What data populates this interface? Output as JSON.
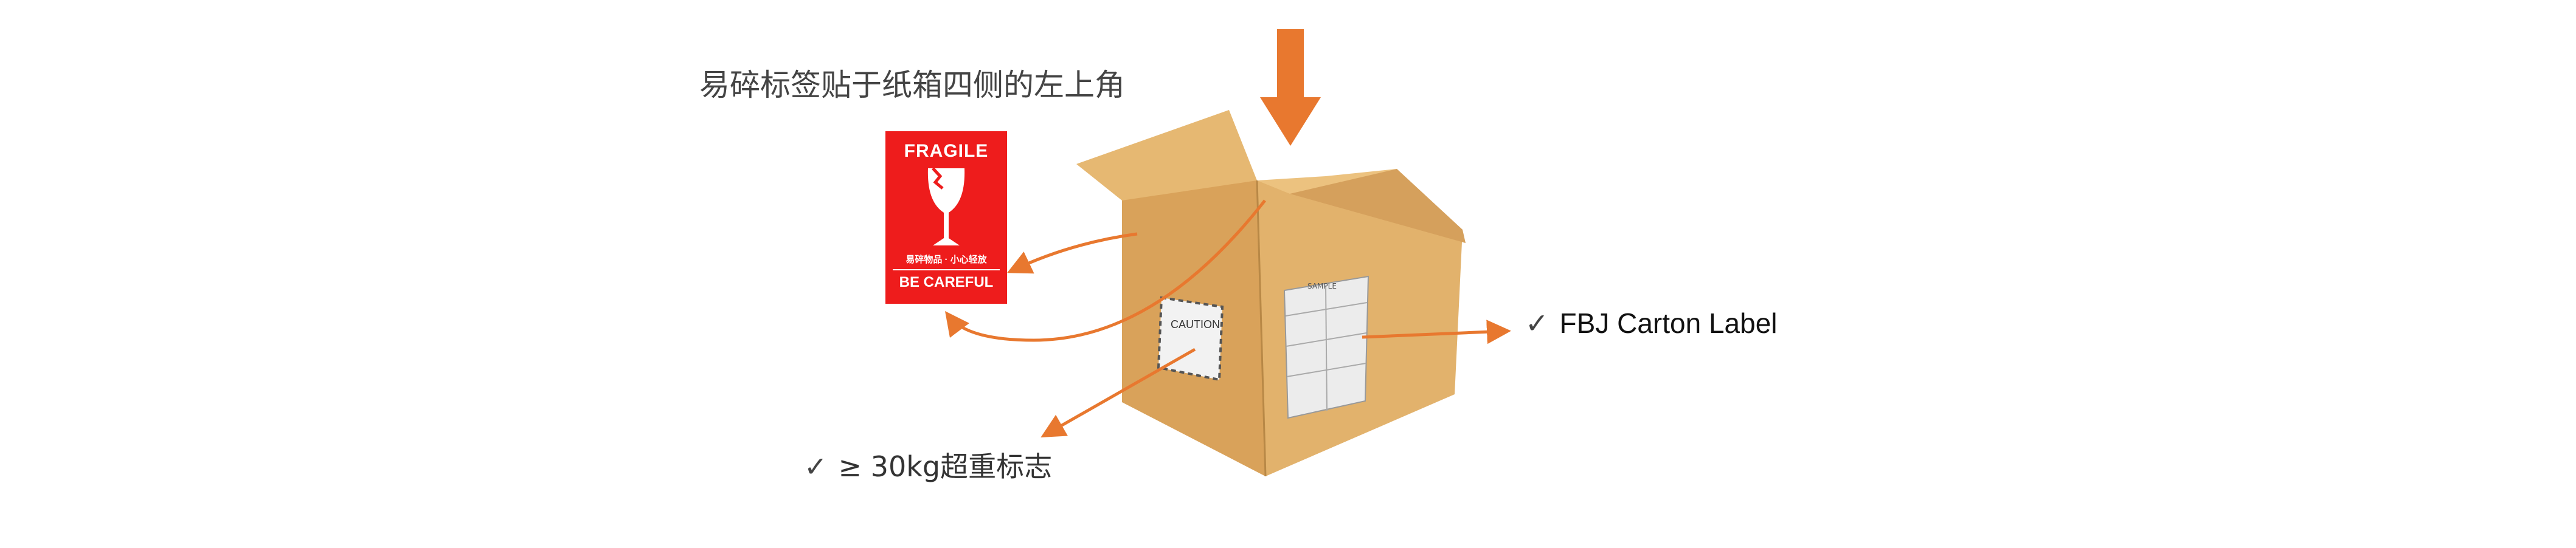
{
  "heading": "易碎标签贴于纸箱四侧的左上角",
  "fragile_label": {
    "title": "FRAGILE",
    "chinese": "易碎物品 · 小心轻放",
    "subtitle": "BE CAREFUL"
  },
  "caution_label": "CAUTION",
  "carton_label_header": "SAMPLE",
  "callouts": {
    "check_mark": "✓",
    "fbj": "FBJ Carton Label",
    "overweight": "≥ 30kg超重标志"
  },
  "colors": {
    "arrow": "#e8782f",
    "box": "#d9a75e",
    "fragile_red": "#ee1c1c"
  }
}
